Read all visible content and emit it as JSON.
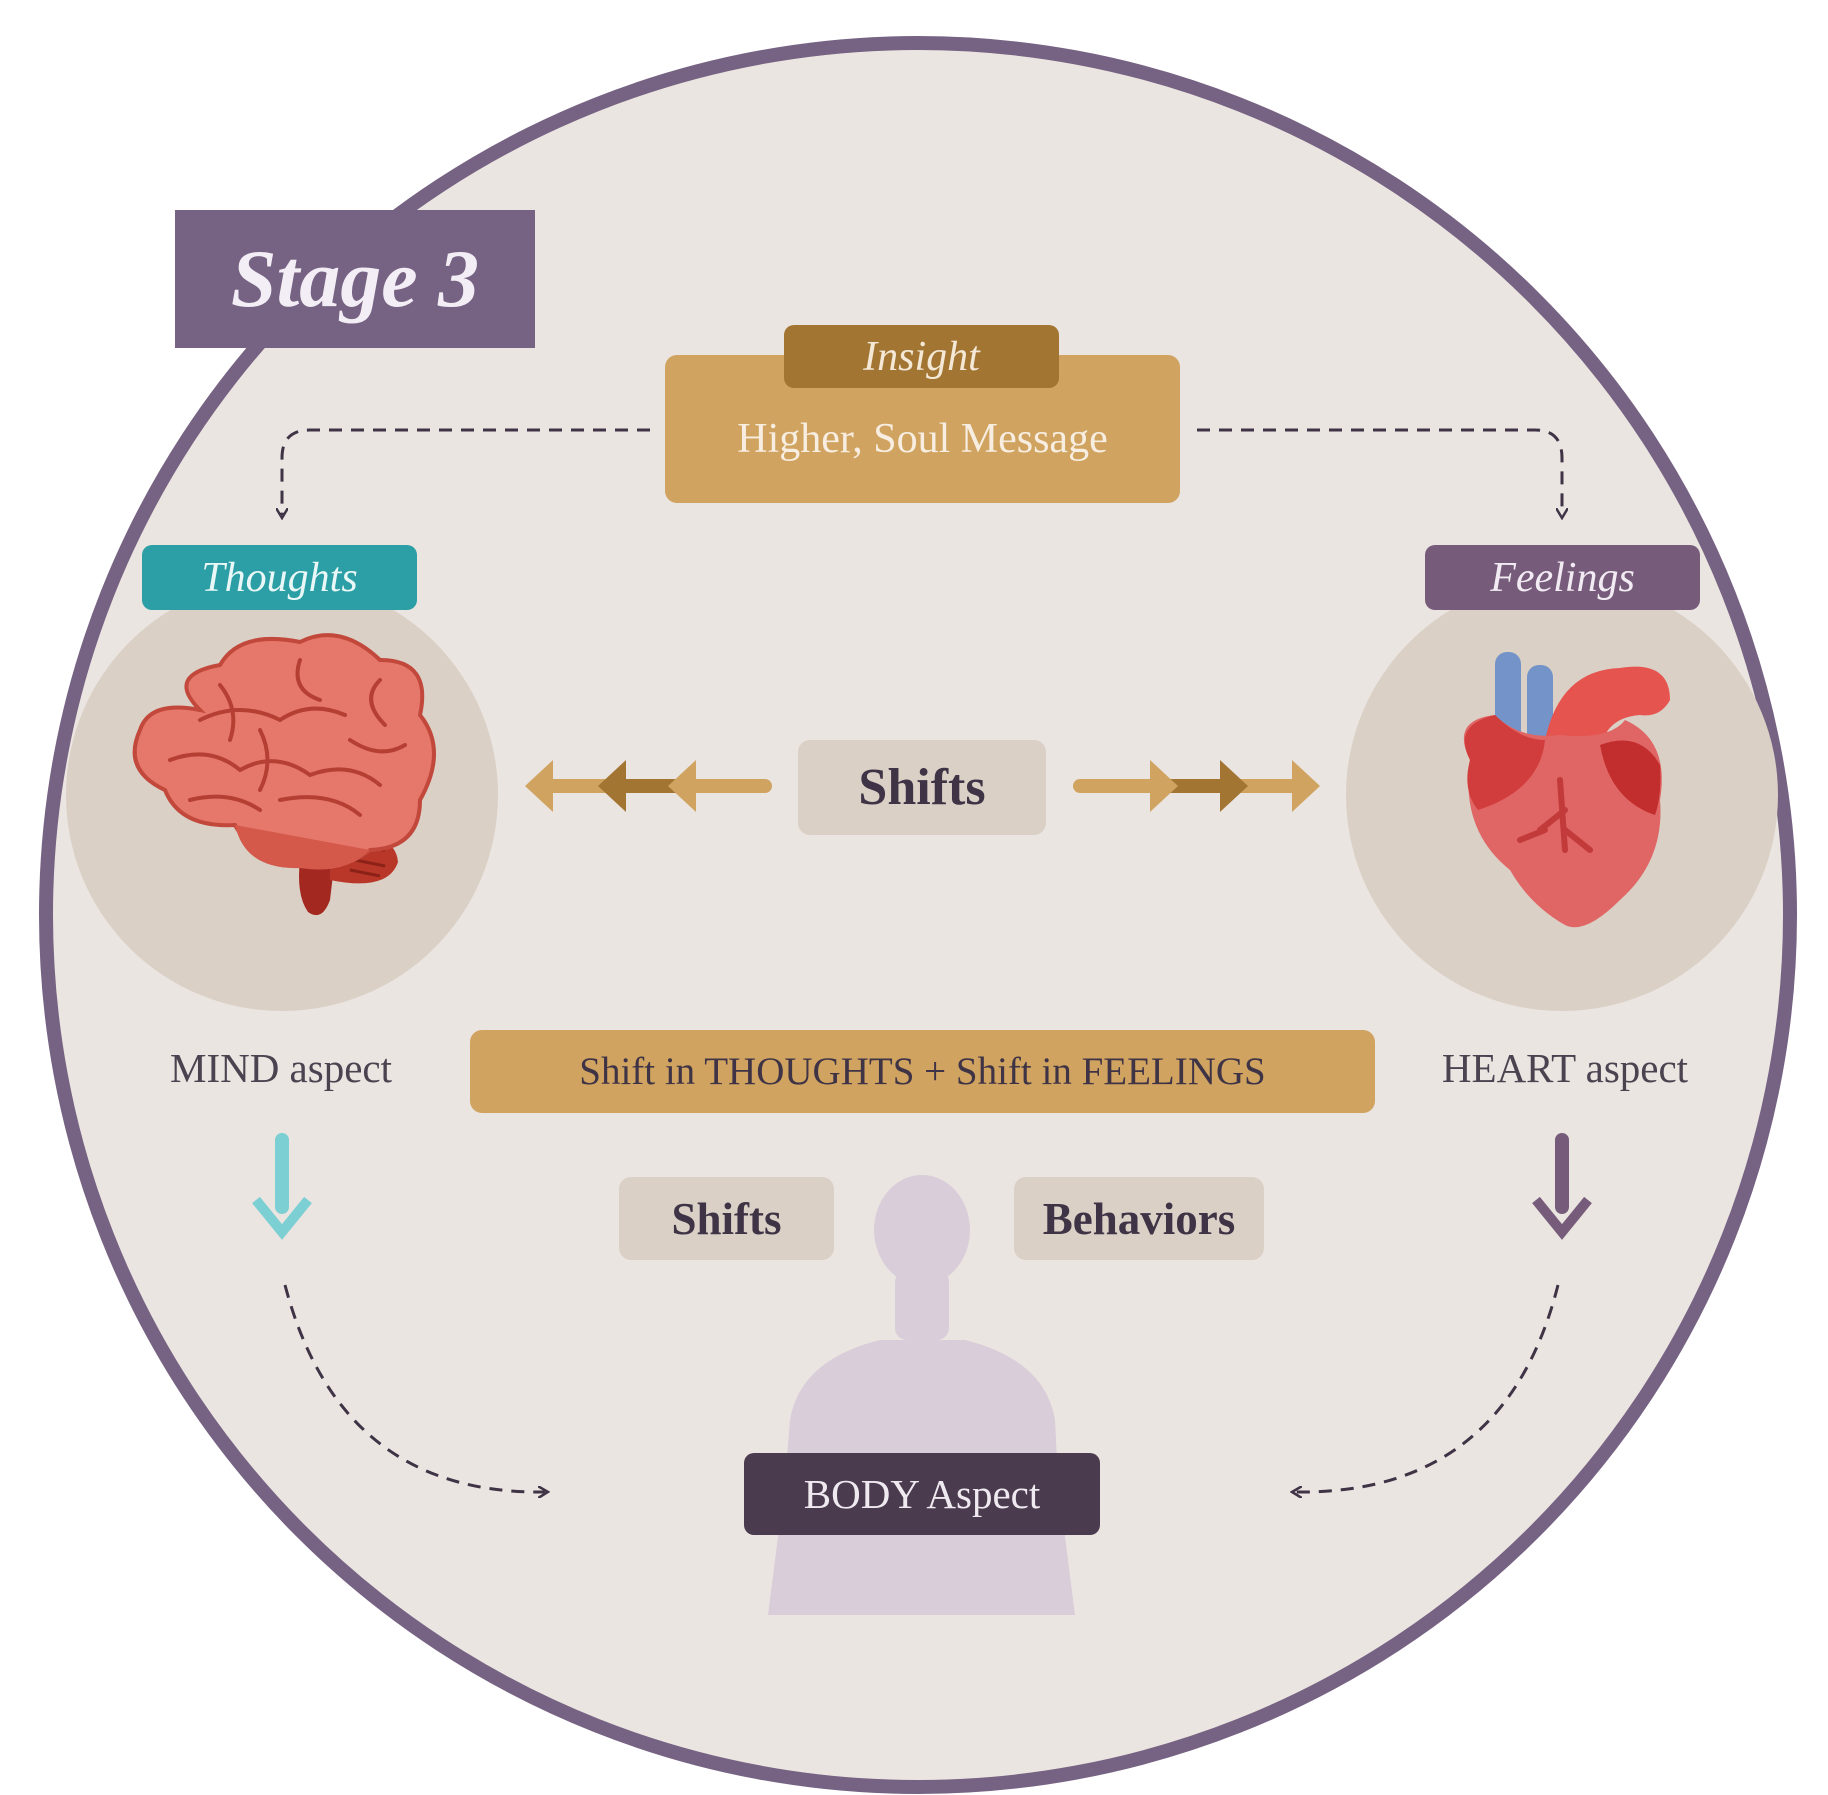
{
  "stage": {
    "label": "Stage 3"
  },
  "insight": {
    "tab_label": "Insight",
    "message": "Higher, Soul Message"
  },
  "mind": {
    "tab_label": "Thoughts",
    "aspect_label": "MIND aspect",
    "icon": "brain-icon"
  },
  "heart": {
    "tab_label": "Feelings",
    "aspect_label": "HEART aspect",
    "icon": "heart-organ-icon"
  },
  "center": {
    "shifts_label": "Shifts"
  },
  "combined": {
    "label": "Shift in THOUGHTS + Shift in FEELINGS"
  },
  "body": {
    "shifts_label": "Shifts",
    "behaviors_label": "Behaviors",
    "aspect_label": "BODY Aspect",
    "icon": "person-silhouette-icon"
  },
  "colors": {
    "ring": "#766282",
    "background": "#ebe5e1",
    "gold": "#d0a460",
    "dark_gold": "#a37533",
    "teal": "#2b9fa5",
    "purple": "#765c7a",
    "dark_purple": "#4a3b4e",
    "badge_beige": "#dad0c6"
  }
}
